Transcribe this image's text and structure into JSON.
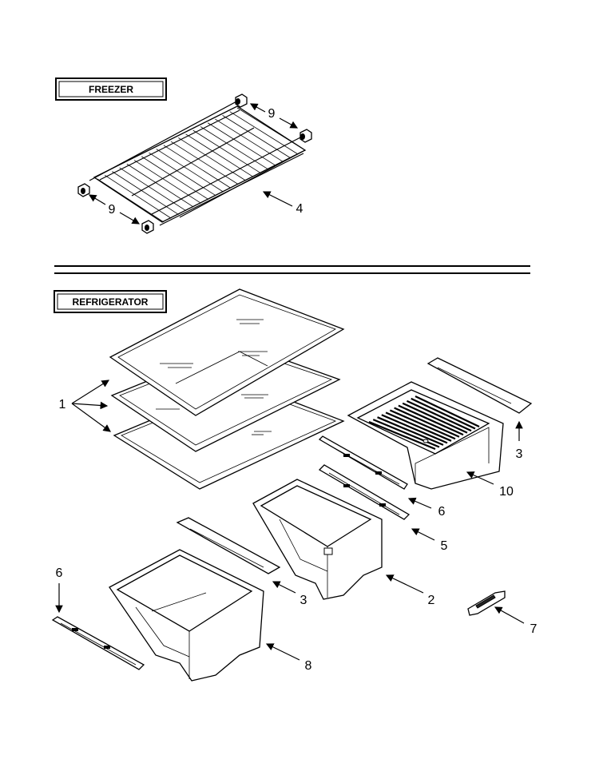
{
  "sections": {
    "freezer_label": "FREEZER",
    "refrigerator_label": "REFRIGERATOR"
  },
  "callouts": [
    {
      "id": "9a",
      "text": "9"
    },
    {
      "id": "9b",
      "text": "9"
    },
    {
      "id": "4",
      "text": "4"
    },
    {
      "id": "1",
      "text": "1"
    },
    {
      "id": "3a",
      "text": "3"
    },
    {
      "id": "10",
      "text": "10"
    },
    {
      "id": "6a",
      "text": "6"
    },
    {
      "id": "5",
      "text": "5"
    },
    {
      "id": "2",
      "text": "2"
    },
    {
      "id": "3b",
      "text": "3"
    },
    {
      "id": "6b",
      "text": "6"
    },
    {
      "id": "7",
      "text": "7"
    },
    {
      "id": "8",
      "text": "8"
    }
  ]
}
